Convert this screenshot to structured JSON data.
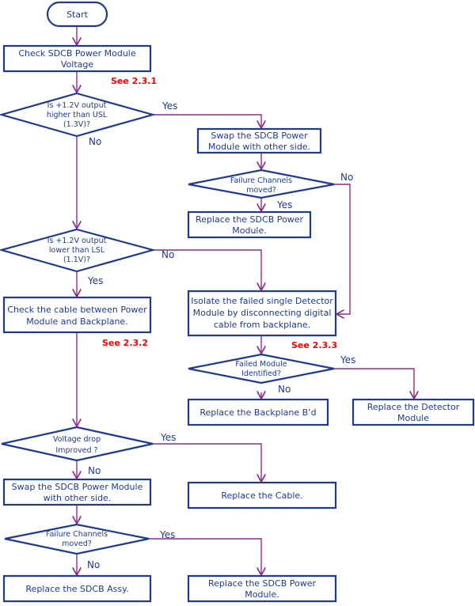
{
  "flowchart": {
    "start": {
      "label": "Start"
    },
    "check_voltage": {
      "lines": [
        "Check SDCB Power Module",
        "Voltage"
      ],
      "ref": "See 2.3.1"
    },
    "dec_high": {
      "lines": [
        "Is +1.2V output",
        "higher than USL",
        "(1.3V)?"
      ],
      "yes": "Yes",
      "no": "No"
    },
    "swap_pm_1": {
      "lines": [
        "Swap the SDCB Power",
        "Module with other side."
      ]
    },
    "dec_moved_1": {
      "lines": [
        "Failure Channels",
        "moved?"
      ],
      "yes": "Yes",
      "no": "No"
    },
    "replace_pm_1": {
      "lines": [
        "Replace the SDCB Power",
        "Module."
      ]
    },
    "dec_low": {
      "lines": [
        "Is +1.2V output",
        "lower than LSL",
        "(1.1V)?"
      ],
      "yes": "Yes",
      "no": "No"
    },
    "check_cable": {
      "lines": [
        "Check the cable between Power",
        "Module and Backplane."
      ],
      "ref": "See 2.3.2"
    },
    "isolate": {
      "lines": [
        "Isolate the failed single Detector",
        "Module by disconnecting digital",
        "cable from backplane."
      ],
      "ref": "See 2.3.3"
    },
    "dec_identified": {
      "lines": [
        "Failed Module",
        "Identified?"
      ],
      "yes": "Yes",
      "no": "No"
    },
    "replace_backplane": {
      "lines": [
        "Replace the Backplane B’d"
      ]
    },
    "replace_detector": {
      "lines": [
        "Replace the Detector",
        "Module"
      ]
    },
    "dec_improved": {
      "lines": [
        "Voltage drop",
        "Improved ?"
      ],
      "yes": "Yes",
      "no": "No"
    },
    "swap_pm_2": {
      "lines": [
        "Swap the SDCB Power Module",
        "with other side."
      ]
    },
    "replace_cable": {
      "lines": [
        "Replace the Cable."
      ]
    },
    "dec_moved_2": {
      "lines": [
        "Failure Channels",
        "moved?"
      ],
      "yes": "Yes",
      "no": "No"
    },
    "replace_assy": {
      "lines": [
        "Replace the SDCB Assy."
      ]
    },
    "replace_pm_2": {
      "lines": [
        "Replace the SDCB Power",
        "Module."
      ]
    }
  },
  "colors": {
    "node_stroke": "#1f3a93",
    "node_text": "#1f3a93",
    "edge": "#8e2a8e",
    "reference": "#ff0000"
  }
}
